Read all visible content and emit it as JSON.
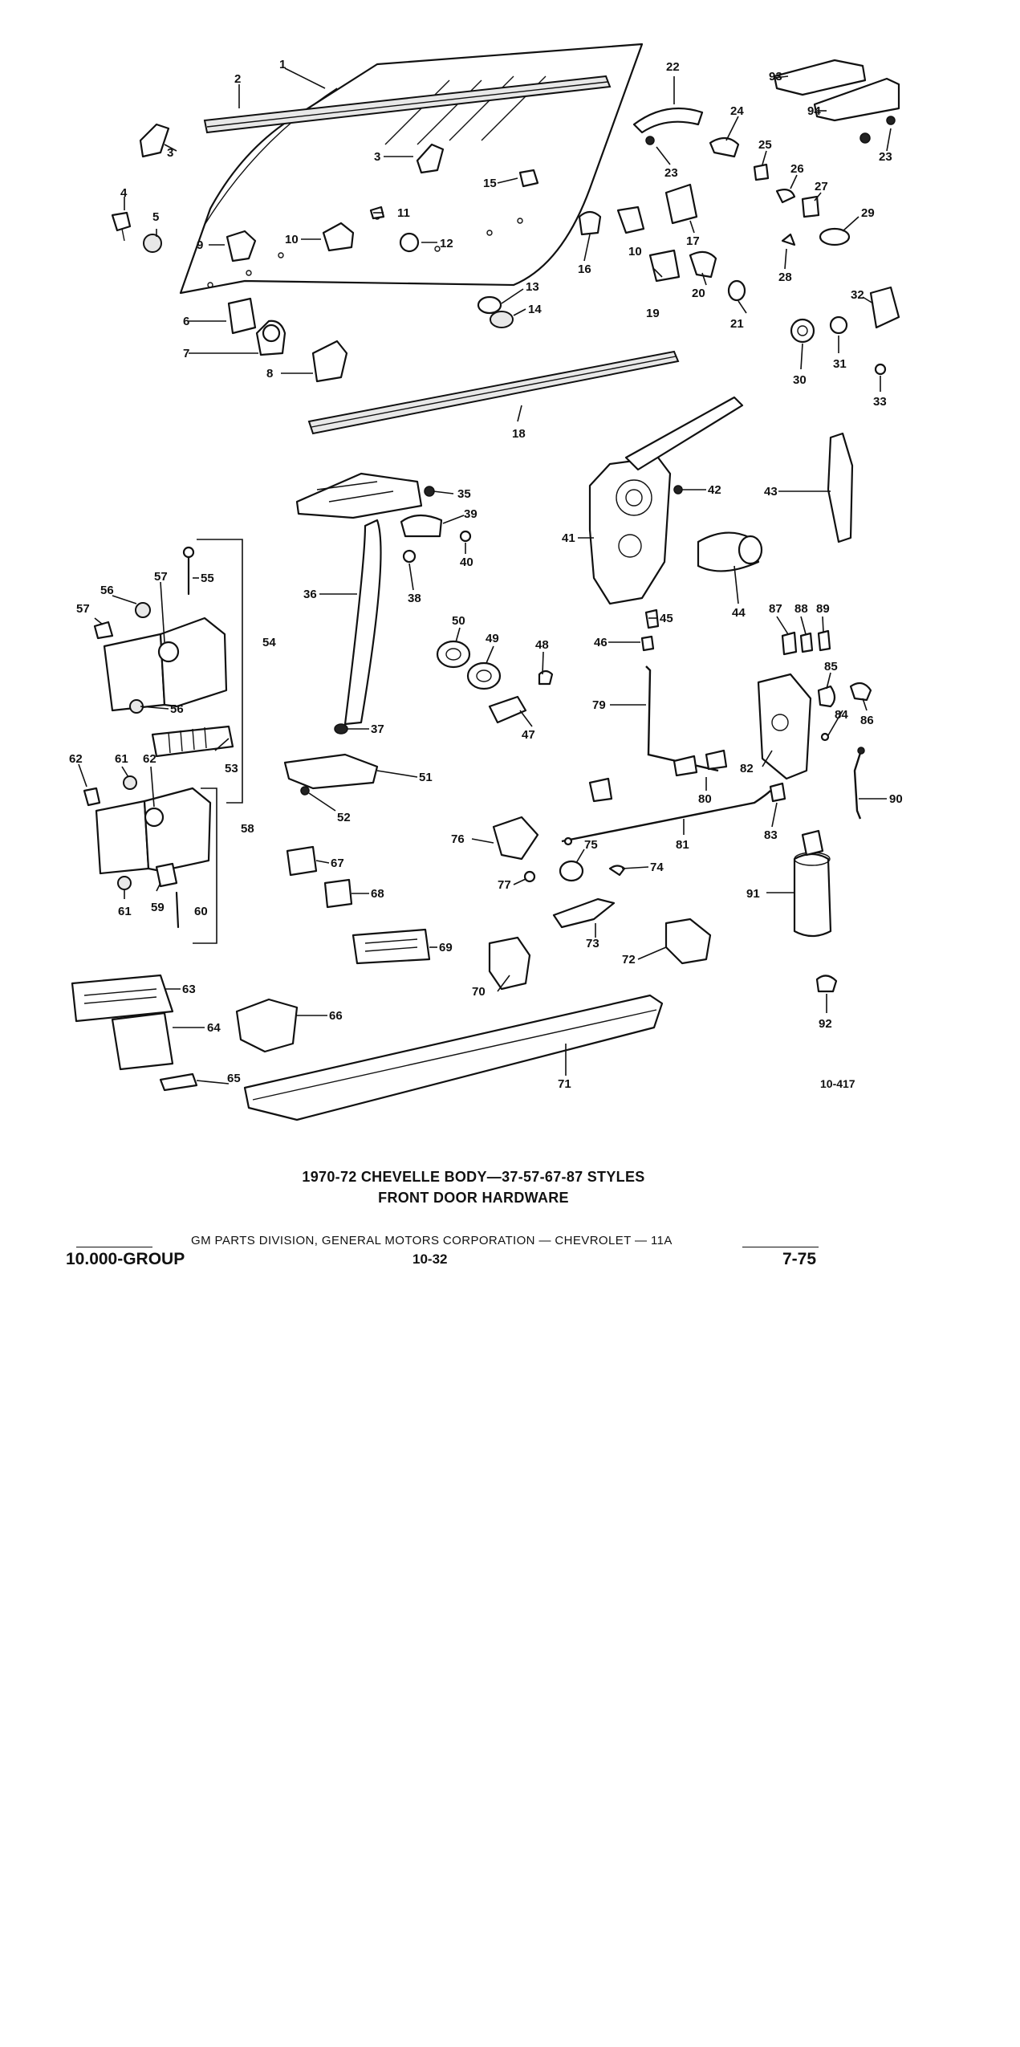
{
  "diagram": {
    "reference_code": "10-417",
    "callouts": [
      "1",
      "2",
      "3",
      "3",
      "4",
      "5",
      "6",
      "7",
      "8",
      "9",
      "10",
      "10",
      "11",
      "12",
      "13",
      "14",
      "15",
      "16",
      "17",
      "18",
      "19",
      "20",
      "21",
      "22",
      "23",
      "23",
      "24",
      "25",
      "26",
      "27",
      "28",
      "29",
      "30",
      "31",
      "32",
      "33",
      "35",
      "36",
      "37",
      "38",
      "39",
      "40",
      "41",
      "42",
      "43",
      "44",
      "45",
      "46",
      "47",
      "48",
      "49",
      "50",
      "51",
      "52",
      "53",
      "54",
      "55",
      "56",
      "56",
      "57",
      "57",
      "58",
      "59",
      "60",
      "61",
      "61",
      "62",
      "62",
      "63",
      "64",
      "65",
      "66",
      "67",
      "68",
      "69",
      "70",
      "71",
      "72",
      "73",
      "74",
      "75",
      "76",
      "77",
      "79",
      "80",
      "81",
      "82",
      "83",
      "84",
      "85",
      "86",
      "87",
      "88",
      "89",
      "90",
      "91",
      "92",
      "93",
      "94"
    ]
  },
  "caption": {
    "line1": "1970-72 CHEVELLE BODY—37-57-67-87 STYLES",
    "line2": "FRONT DOOR HARDWARE"
  },
  "footer": {
    "division_line": "GM PARTS DIVISION, GENERAL MOTORS CORPORATION — CHEVROLET — 11A",
    "group": "10.000-GROUP",
    "page": "10-32",
    "date": "7-75"
  }
}
